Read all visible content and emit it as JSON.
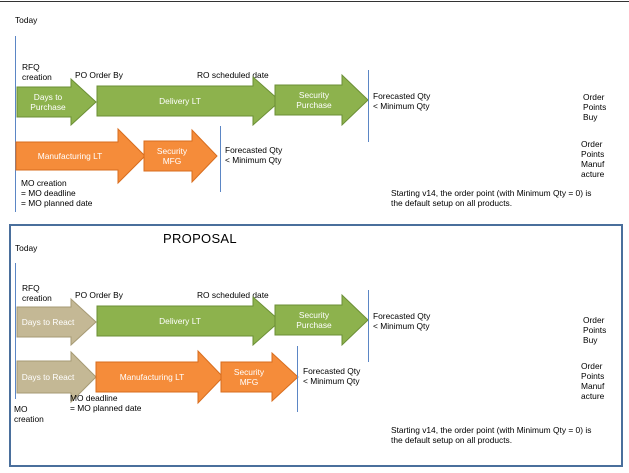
{
  "colors": {
    "green_fill": "#8db24d",
    "green_stroke": "#6b8f35",
    "orange_fill": "#f58c3a",
    "orange_stroke": "#d86d1e",
    "tan_fill": "#c4b895",
    "tan_stroke": "#a69a74",
    "panel_border": "#4a6f9c",
    "guide_line": "#5b86c5"
  },
  "current": {
    "today": "Today",
    "rfq_creation": "RFQ\ncreation",
    "po_order_by": "PO Order By",
    "ro_scheduled": "RO scheduled date",
    "purchase_row": {
      "days_to_purchase": "Days to\nPurchase",
      "delivery_lt": "Delivery LT",
      "security_purchase": "Security\nPurchase",
      "forecasted_qty": "Forecasted Qty\n< Minimum Qty",
      "order_points": "Order\nPoints\nBuy"
    },
    "manufacture_row": {
      "manufacturing_lt": "Manufacturing LT",
      "security_mfg": "Security\nMFG",
      "forecasted_qty": "Forecasted Qty\n< Minimum Qty",
      "order_points": "Order\nPoints\nManuf\nacture"
    },
    "mo_creation_note": "MO creation\n= MO deadline\n= MO planned date",
    "footnote": "Starting v14, the order point (with Minimum Qty = 0) is\nthe default setup on all products."
  },
  "proposal": {
    "title": "PROPOSAL",
    "today": "Today",
    "rfq_creation": "RFQ\ncreation",
    "po_order_by": "PO Order By",
    "ro_scheduled": "RO scheduled date",
    "purchase_row": {
      "days_to_react": "Days to React",
      "delivery_lt": "Delivery LT",
      "security_purchase": "Security\nPurchase",
      "forecasted_qty": "Forecasted Qty\n< Minimum Qty",
      "order_points": "Order\nPoints\nBuy"
    },
    "manufacture_row": {
      "days_to_react": "Days to React",
      "manufacturing_lt": "Manufacturing LT",
      "security_mfg": "Security\nMFG",
      "forecasted_qty": "Forecasted Qty\n< Minimum Qty",
      "order_points": "Order\nPoints\nManuf\nacture"
    },
    "mo_creation": "MO\ncreation",
    "mo_deadline_note": "MO deadline\n= MO planned date",
    "footnote": "Starting v14, the order point (with Minimum Qty = 0) is\nthe default setup on all products."
  }
}
